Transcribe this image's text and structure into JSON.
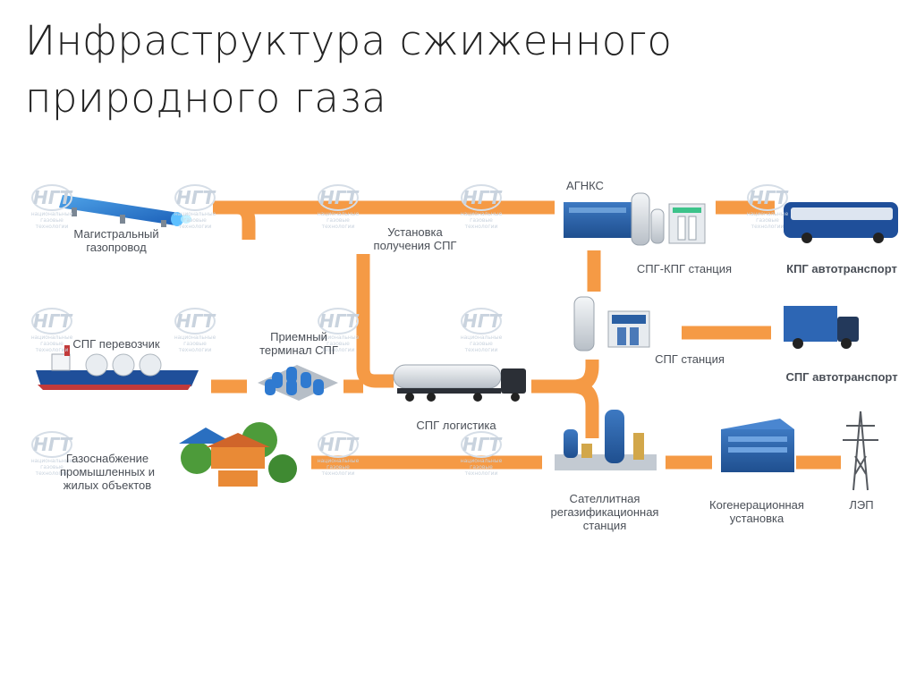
{
  "title": "Инфраструктура сжиженного природного газа",
  "labels": {
    "trunk_pipeline": "Магистральный газопровод",
    "lng_plant": "Установка получения СПГ",
    "agnks": "АГНКС",
    "lng_cng_station": "СПГ-КПГ станция",
    "cng_transport": "КПГ автотранспорт",
    "lng_carrier": "СПГ перевозчик",
    "receiving_terminal": "Приемный терминал СПГ",
    "lng_station": "СПГ станция",
    "lng_transport": "СПГ автотранспорт",
    "lng_logistics": "СПГ логистика",
    "gas_supply": "Газоснабжение промышленных и жилых объектов",
    "satellite_station": "Сателлитная регазификационная станция",
    "cogeneration": "Когенерационная установка",
    "power_line": "ЛЭП"
  },
  "watermark": {
    "logo": "НГТ",
    "text": "национальные газовые технологии"
  },
  "colors": {
    "pipe": "#f59a45",
    "equipment_blue": "#2a5fa3",
    "label_text": "#4a4f57"
  }
}
